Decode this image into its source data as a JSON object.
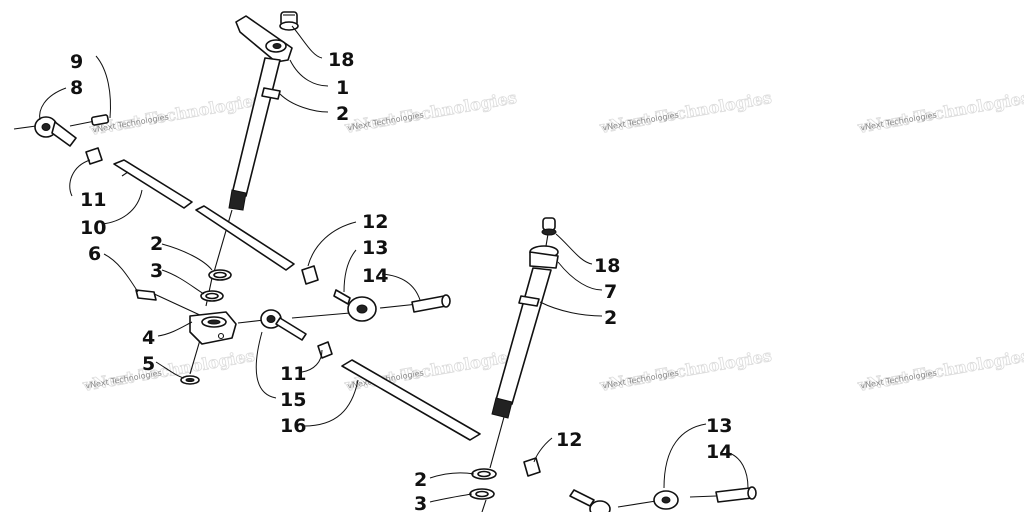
{
  "watermark": {
    "text": "vNext Technologies",
    "color": "#8a8a8a"
  },
  "callouts": [
    "18",
    "1",
    "2",
    "9",
    "8",
    "11",
    "10",
    "12",
    "13",
    "14",
    "2",
    "3",
    "6",
    "4",
    "5",
    "11",
    "15",
    "16",
    "18",
    "7",
    "2",
    "12",
    "13",
    "14",
    "2",
    "3"
  ],
  "colors": {
    "line": "#111111",
    "background": "#ffffff"
  }
}
